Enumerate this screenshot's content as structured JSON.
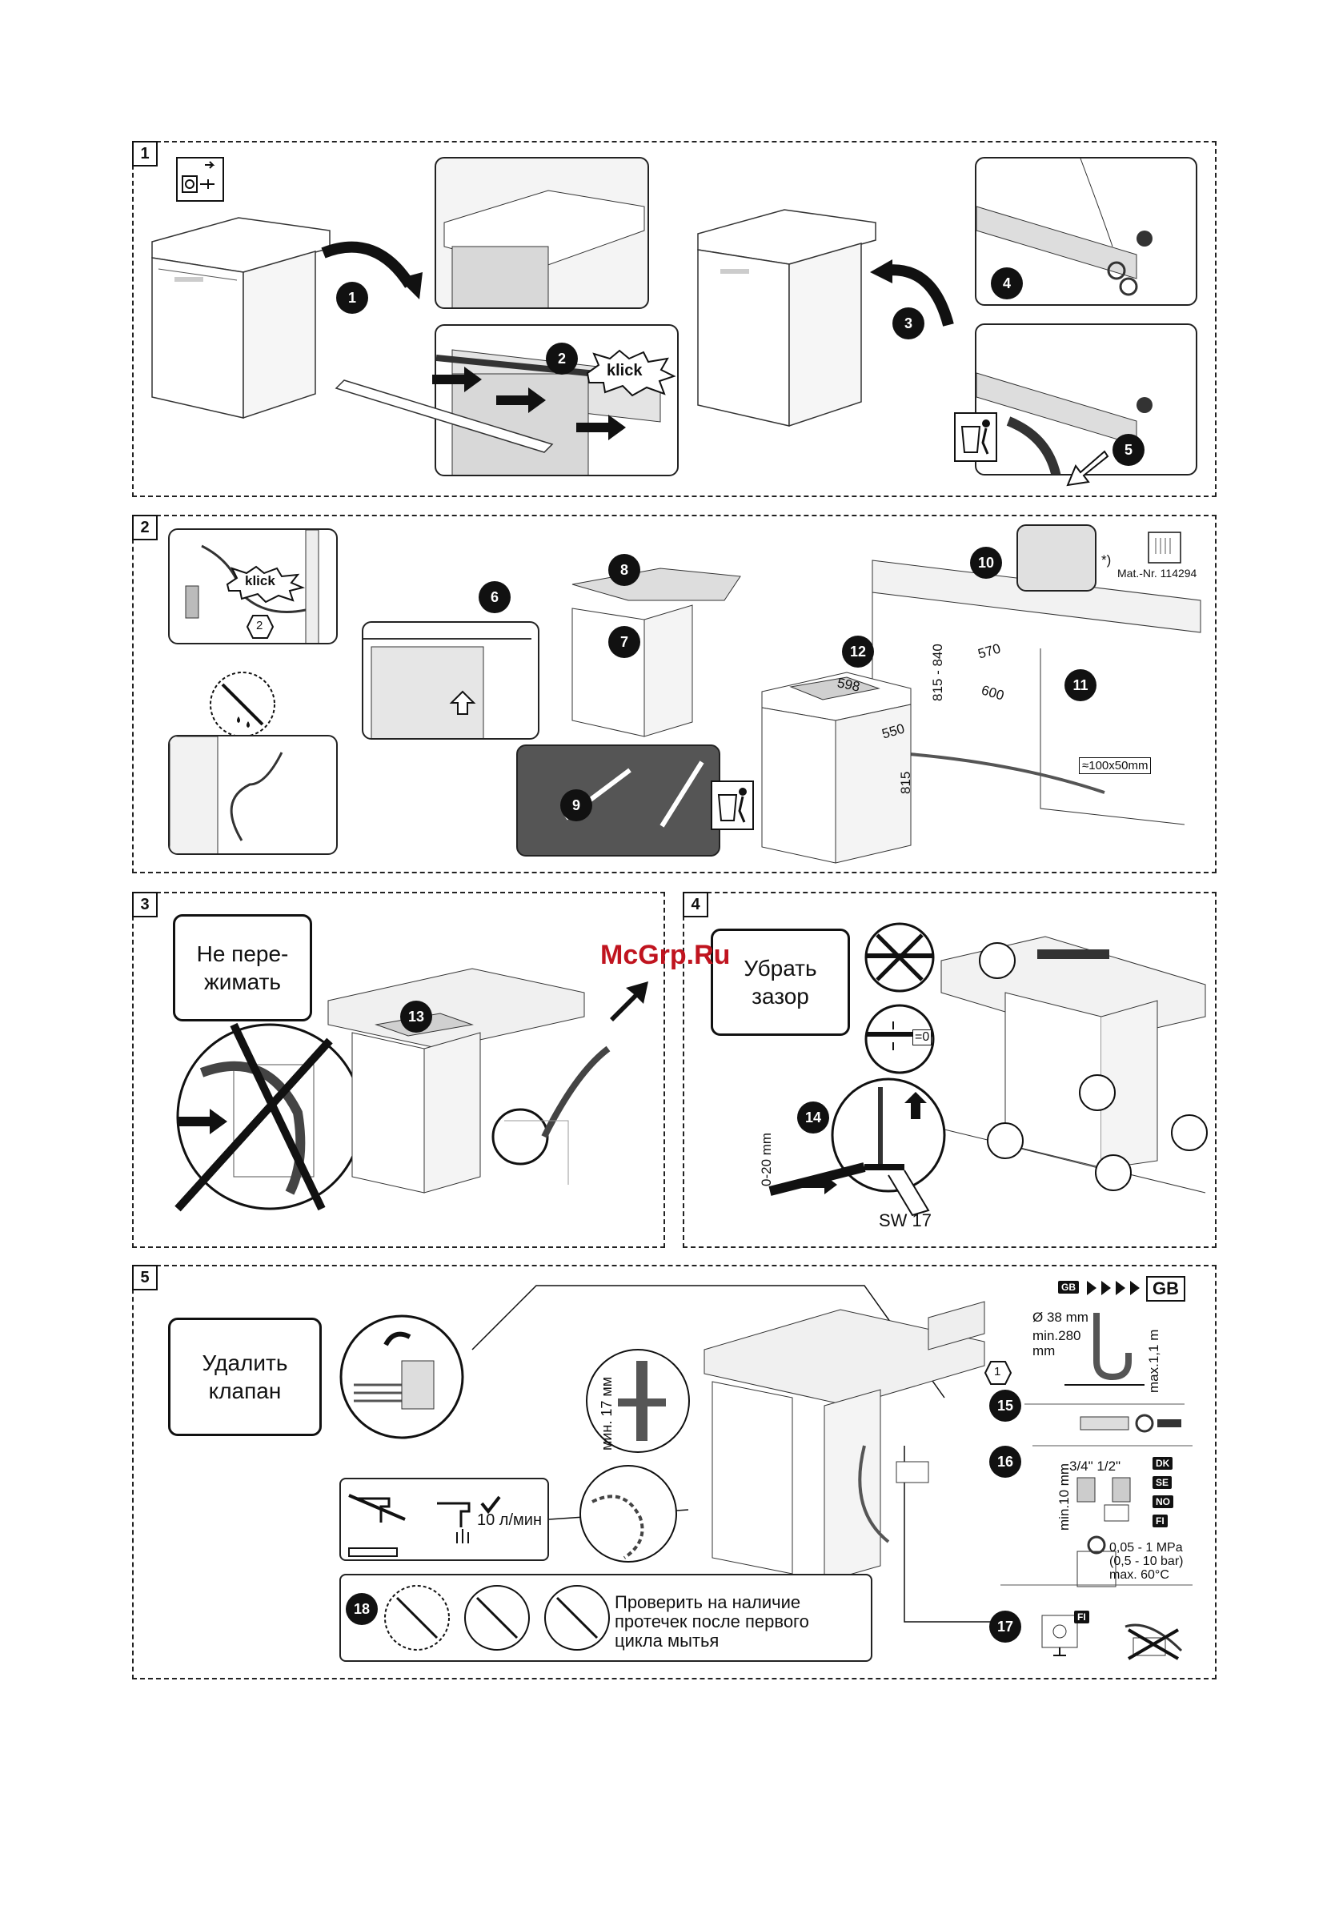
{
  "sections": [
    "1",
    "2",
    "3",
    "4",
    "5"
  ],
  "steps": {
    "s1": "1",
    "s2": "2",
    "s3": "3",
    "s4": "4",
    "s5": "5",
    "s6": "6",
    "s7": "7",
    "s8": "8",
    "s9": "9",
    "s10": "10",
    "s11": "11",
    "s12": "12",
    "s13": "13",
    "s14": "14",
    "s15": "15",
    "s16": "16",
    "s17": "17",
    "s18": "18"
  },
  "klick": "klick",
  "sub_step_2": "2",
  "sub_step_1": "1",
  "section2": {
    "mat_nr": "Mat.-Nr. 114294",
    "asterisk": "*)",
    "dim_598": "598",
    "dim_550": "550",
    "dim_815": "815",
    "dim_815_840": "815 - 840",
    "dim_570": "570",
    "dim_600": "600",
    "dim_hole": "≈100x50mm"
  },
  "section3": {
    "callout": "Не пере-\nжимать"
  },
  "section4": {
    "callout": "Убрать\nзазор",
    "zero": "=0",
    "range": "0-20 mm",
    "wrench": "SW 17"
  },
  "section5": {
    "callout": "Удалить\nклапан",
    "min17": "мин. 17 мм",
    "flow": "10 л/мин",
    "leak_check": "Проверить на наличие\nпротечек после первого\nцикла мытья",
    "gb_small": "GB",
    "gb_big": "GB",
    "diam": "Ø 38 mm",
    "min280": "min.280\nmm",
    "max11": "max.1,1 m",
    "min10": "min.10 mm",
    "thread": "3/4\" 1/2\"",
    "countries": [
      "DK",
      "SE",
      "NO",
      "FI"
    ],
    "pressure": "0,05 - 1 MPa\n(0,5 - 10 bar)\nmax. 60°C",
    "fi_tag": "FI"
  },
  "watermark": "McGrp.Ru"
}
